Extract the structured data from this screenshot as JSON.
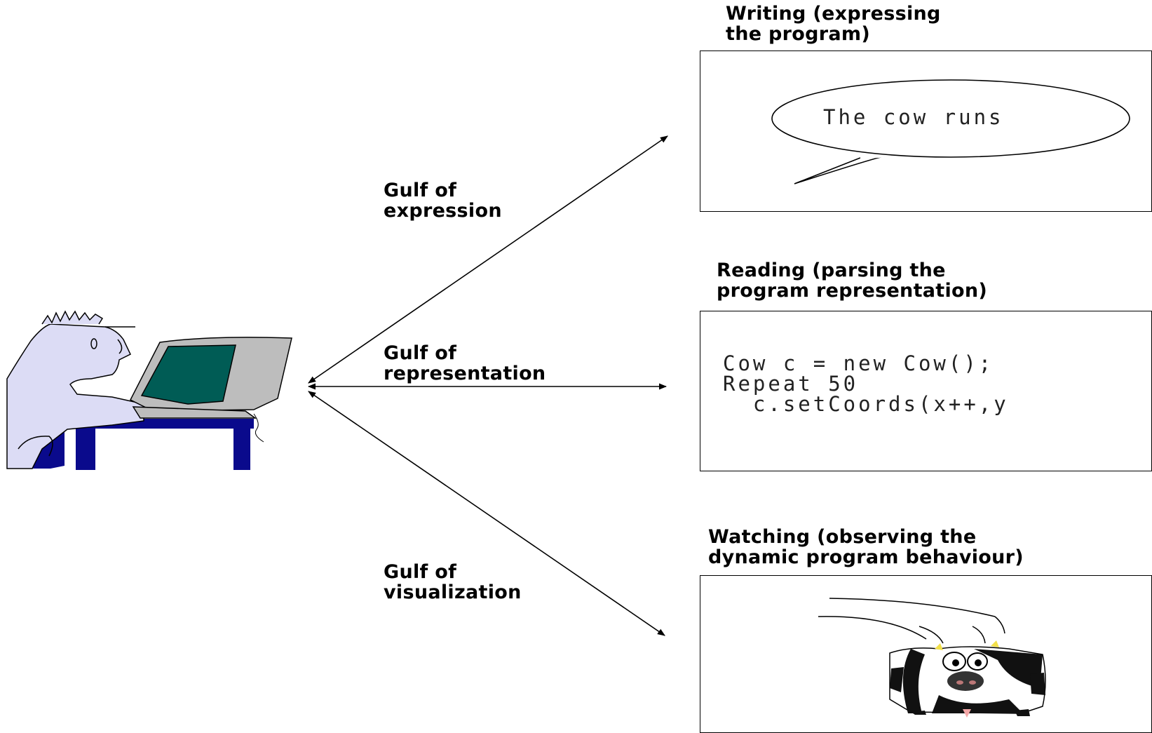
{
  "panels": {
    "writing": {
      "title_line1": "Writing (expressing",
      "title_line2": "the program)",
      "speech_text": "The cow runs"
    },
    "reading": {
      "title_line1": "Reading (parsing the",
      "title_line2": "program representation)",
      "code_lines": [
        "Cow c = new Cow();",
        "Repeat 50",
        "  c.setCoords(x++,y"
      ]
    },
    "watching": {
      "title_line1": "Watching (observing the",
      "title_line2": "dynamic program behaviour)"
    }
  },
  "gulfs": {
    "expression": {
      "line1": "Gulf of",
      "line2": "expression"
    },
    "representation": {
      "line1": "Gulf of",
      "line2": "representation"
    },
    "visualization": {
      "line1": "Gulf of",
      "line2": "visualization"
    }
  },
  "colors": {
    "person": "#dcdcf5",
    "desk": "#0a0a8c",
    "screen": "#005c55",
    "monitor": "#bdbdbd"
  }
}
